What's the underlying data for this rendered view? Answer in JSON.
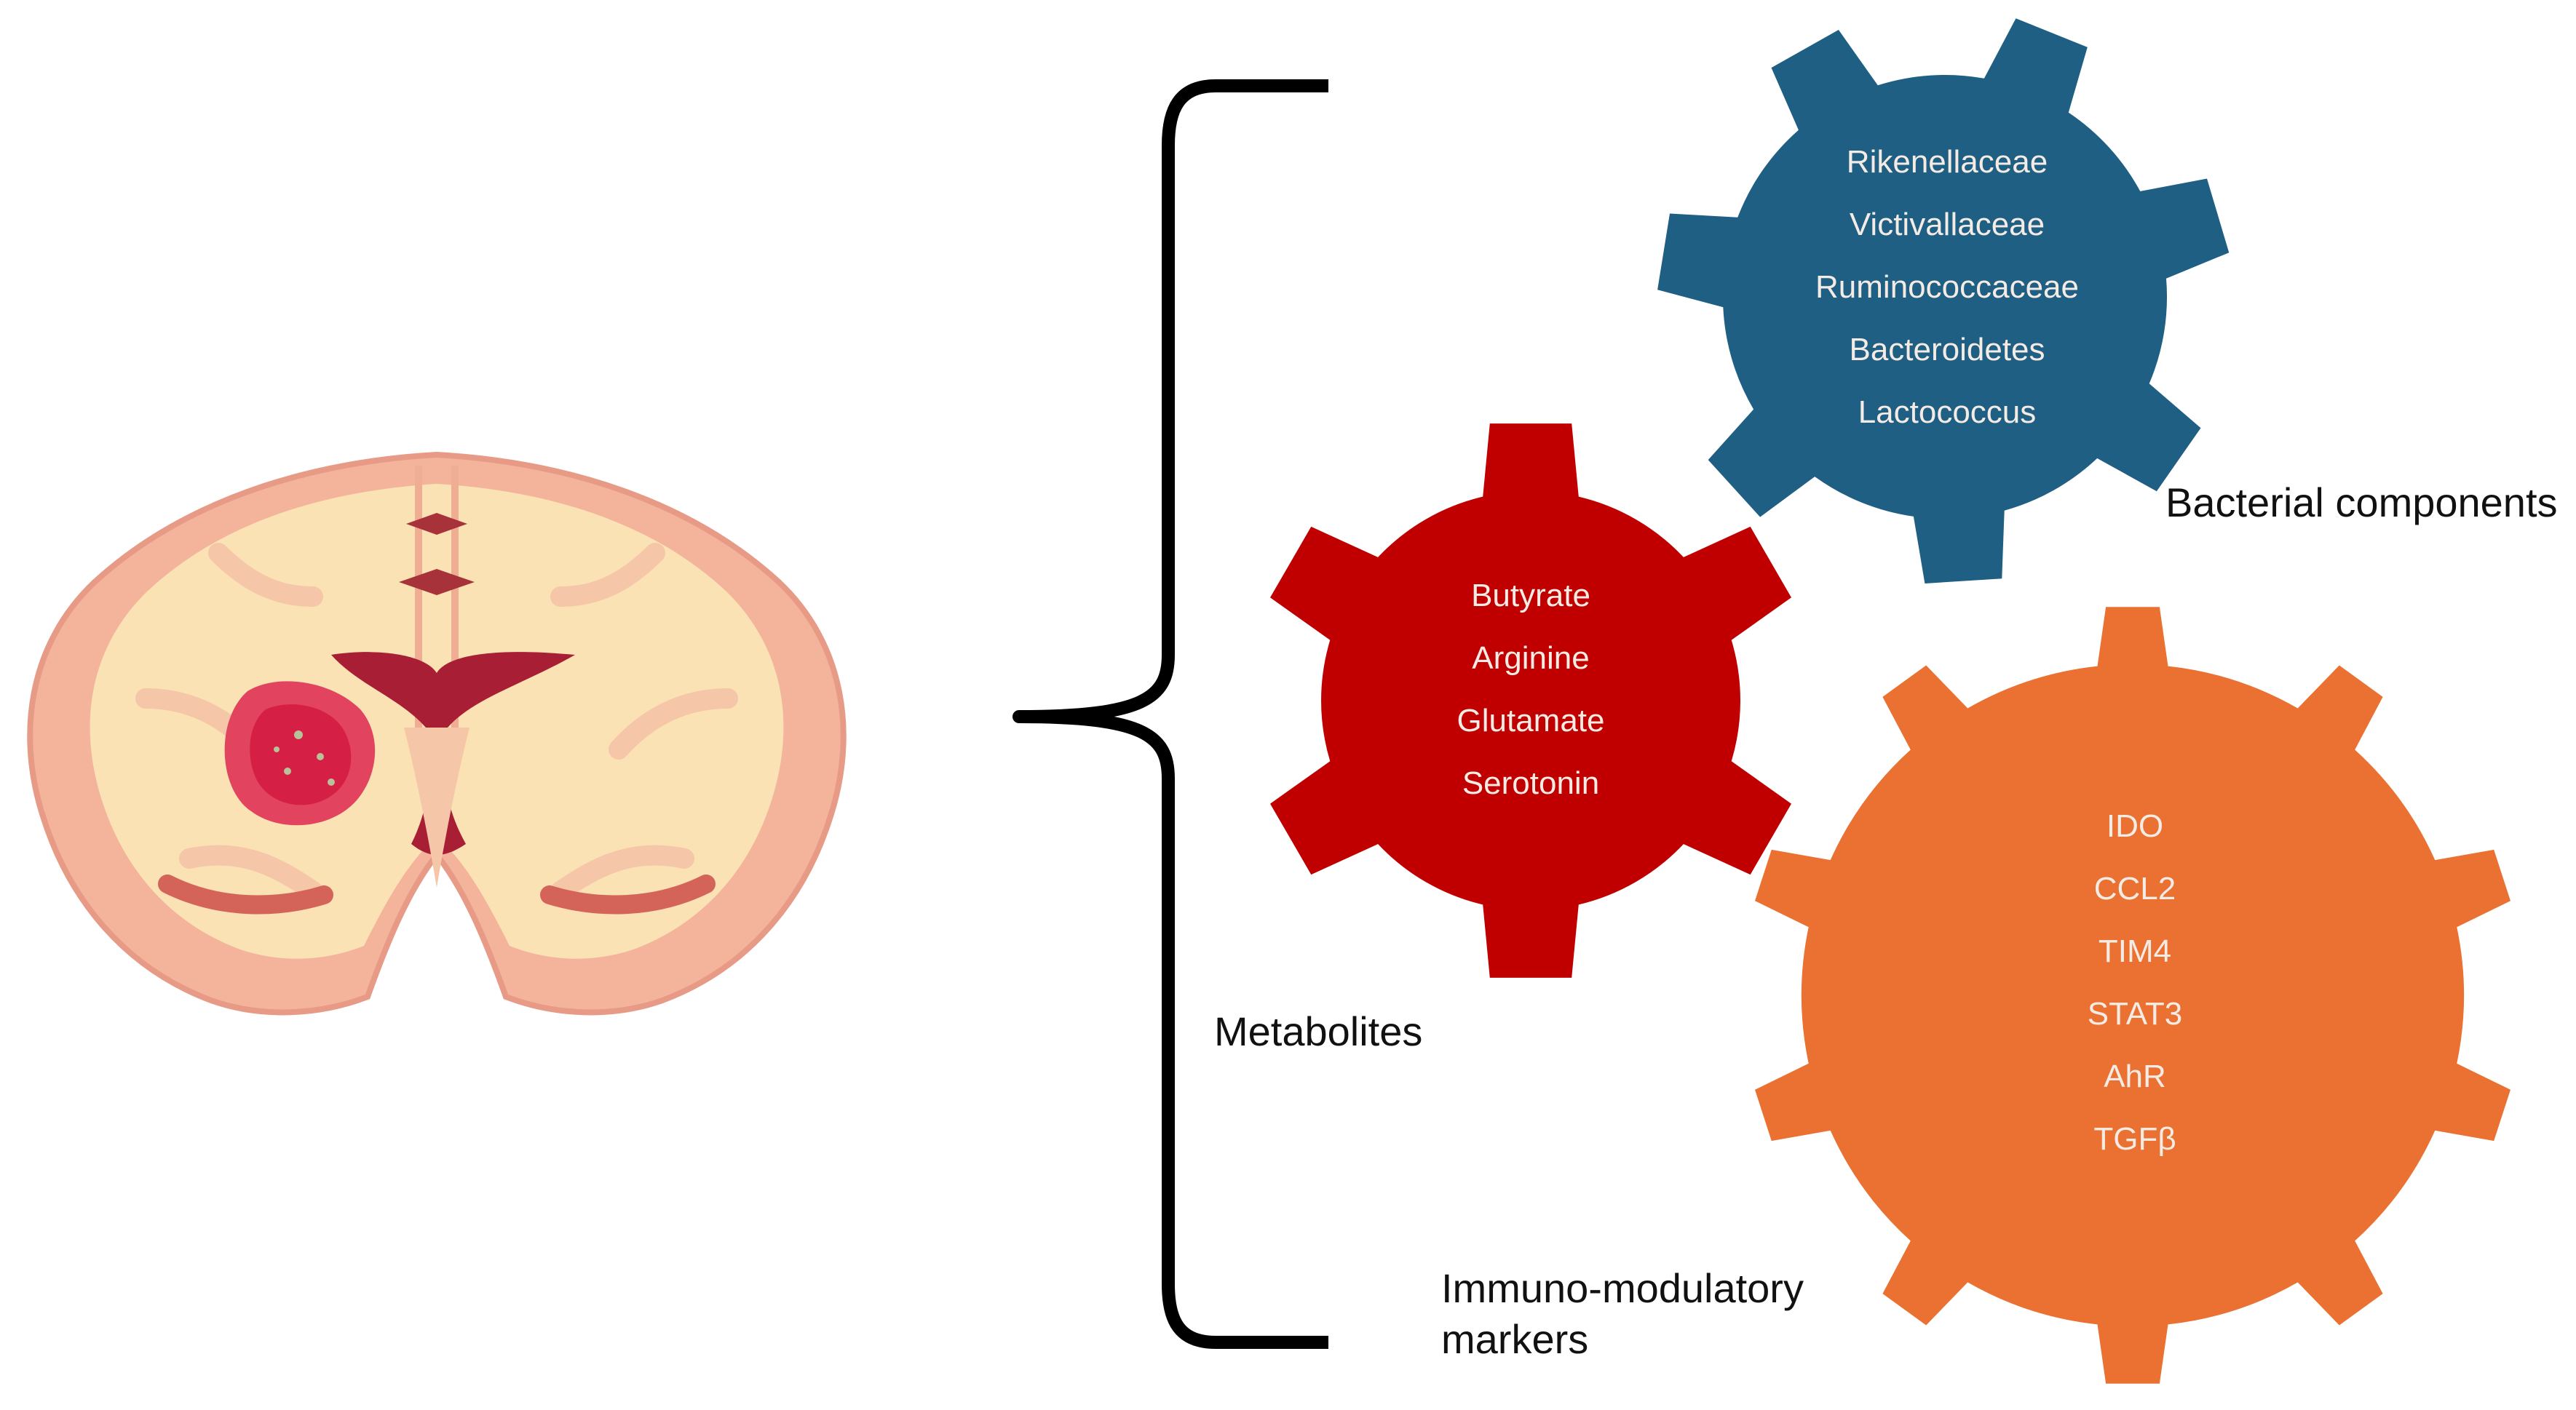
{
  "diagram": {
    "gears": {
      "bacterial": {
        "color": "#1f5f84",
        "items": [
          "Rikenellaceae",
          "Victivallaceae",
          "Ruminococcaceae",
          "Bacteroidetes",
          "Lactococcus"
        ]
      },
      "metabolites": {
        "color": "#c00000",
        "items": [
          "Butyrate",
          "Arginine",
          "Glutamate",
          "Serotonin"
        ]
      },
      "immuno": {
        "color": "#ea7131",
        "items": [
          "IDO",
          "CCL2",
          "TIM4",
          "STAT3",
          "AhR",
          "TGFβ"
        ]
      }
    },
    "labels": {
      "bacterial": "Bacterial components",
      "metabolites": "Metabolites",
      "immuno_line1": "Immuno-modulatory",
      "immuno_line2": "markers"
    },
    "icons": {
      "brain": "brain-hemorrhage-icon",
      "brace": "curly-brace-icon"
    }
  }
}
